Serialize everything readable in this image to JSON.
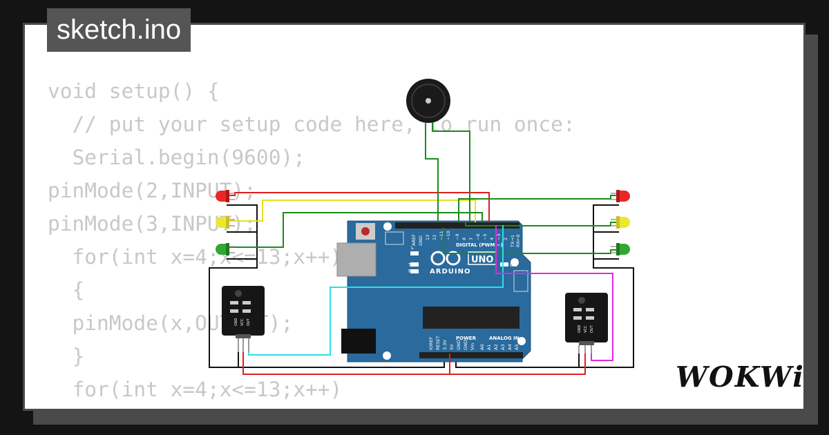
{
  "tab": {
    "filename": "sketch.ino"
  },
  "code_lines": [
    "void setup() {",
    "  // put your setup code here, to run once:",
    "  Serial.begin(9600);",
    "pinMode(2,INPUT);",
    "pinMode(3,INPUT);",
    "  for(int x=4;x<=13;x++)",
    "  {",
    "  pinMode(x,OUTPUT);",
    "  }",
    "  for(int x=4;x<=13;x++)",
    "  {"
  ],
  "board": {
    "brand": "ARDUINO",
    "model": "UNO",
    "digital_label": "DIGITAL (PWM ~)",
    "power_label": "POWER",
    "analog_label": "ANALOG IN",
    "on_label": "ON",
    "l_label": "L",
    "tx_label": "TX",
    "rx_label": "RX",
    "aref": "AREF",
    "gnd_top": "GND",
    "digital_pins": [
      "13",
      "12",
      "~11",
      "~10",
      "~9",
      "8",
      "7",
      "~6",
      "~5",
      "4",
      "~3",
      "2",
      "TX→1",
      "RX←0"
    ],
    "power_pins": [
      "IOREF",
      "RESET",
      "3.3V",
      "5V",
      "GND",
      "GND",
      "Vin"
    ],
    "analog_pins": [
      "A0",
      "A1",
      "A2",
      "A3",
      "A4",
      "A5"
    ]
  },
  "sensor": {
    "pin_labels": [
      "GND",
      "VCC",
      "OUT"
    ]
  },
  "logo": {
    "text": "WOKWi"
  },
  "colors": {
    "red": "#e01e1e",
    "yellow": "#e8e025",
    "green": "#1a8a1a",
    "cyan": "#28e0e8",
    "magenta": "#e028e0",
    "board": "#2a6a9c"
  }
}
